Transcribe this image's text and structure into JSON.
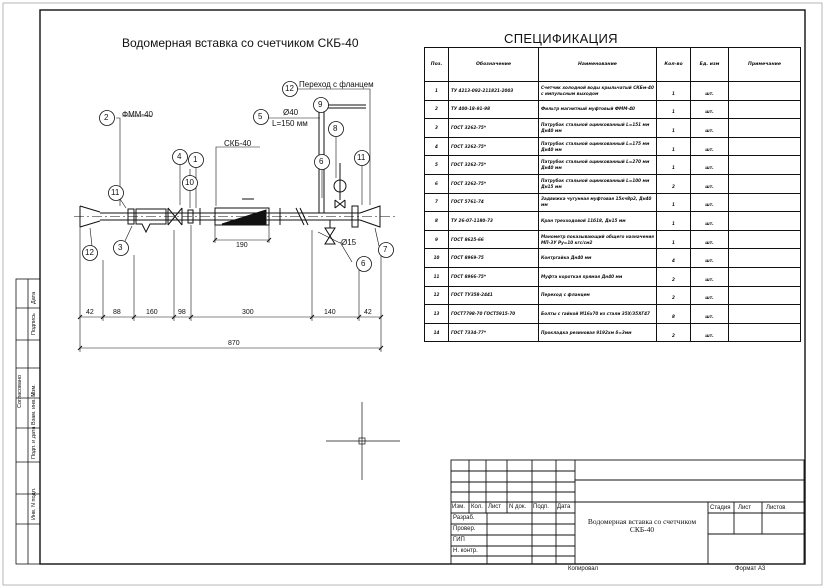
{
  "drawing": {
    "title": "Водомерная вставка со счетчиком СКБ-40",
    "labels": {
      "fmm": "ФММ-40",
      "skb": "СКБ-40",
      "perehod": "Переход с фланцем",
      "dia40": "Ø40",
      "len150": "L=150 мм",
      "dia15": "Ø15"
    },
    "callouts": [
      "2",
      "11",
      "3",
      "12",
      "4",
      "1",
      "10",
      "5",
      "12",
      "9",
      "8",
      "6",
      "11",
      "7",
      "6"
    ],
    "dimensions": {
      "segments": [
        "42",
        "88",
        "160",
        "98",
        "300",
        "140",
        "42"
      ],
      "meter_length": "190",
      "total": "870"
    }
  },
  "spec": {
    "title": "СПЕЦИФИКАЦИЯ",
    "headers": [
      "Поз.",
      "Обозначение",
      "Наименование",
      "Кол-во",
      "Ед. изм",
      "Примечание"
    ],
    "rows": [
      {
        "pos": "1",
        "des": "ТУ 4213-092-211821-2003",
        "name": "Счетчик холодной воды крыльчатый СКБм-40 с импульсным выходом",
        "qty": "1",
        "unit": "шт."
      },
      {
        "pos": "2",
        "des": "ТУ 400-18-91-98",
        "name": "Фильтр магнитный муфтовый ФММ-40",
        "qty": "1",
        "unit": "шт."
      },
      {
        "pos": "3",
        "des": "ГОСТ 3262-75*",
        "name": "Патрубок стальной оцинкованный L=151 мм Дн40 мм",
        "qty": "1",
        "unit": "шт."
      },
      {
        "pos": "4",
        "des": "ГОСТ 3262-75*",
        "name": "Патрубок стальной оцинкованный L=175 мм Дн40 мм",
        "qty": "1",
        "unit": "шт."
      },
      {
        "pos": "5",
        "des": "ГОСТ 3262-75*",
        "name": "Патрубок стальной оцинкованный L=270 мм Дн40 мм",
        "qty": "1",
        "unit": "шт."
      },
      {
        "pos": "6",
        "des": "ГОСТ 3262-75*",
        "name": "Патрубок стальной оцинкованный L=100 мм Дн15 мм",
        "qty": "2",
        "unit": "шт."
      },
      {
        "pos": "7",
        "des": "ГОСТ 5761-74",
        "name": "Задвижка чугунная муфтовая 15кч8р2, Дн40 мм",
        "qty": "1",
        "unit": "шт."
      },
      {
        "pos": "8",
        "des": "ТУ 26-07-1180-73",
        "name": "Кран трехходовой 11б18, Дн15 мм",
        "qty": "1",
        "unit": "шт."
      },
      {
        "pos": "9",
        "des": "ГОСТ 8625-66",
        "name": "Манометр показывающий общего назначения МП-3У Ру=10 кгс/см2",
        "qty": "1",
        "unit": "шт."
      },
      {
        "pos": "10",
        "des": "ГОСТ 8969-75",
        "name": "Контргайка Дн40 мм",
        "qty": "4",
        "unit": "шт."
      },
      {
        "pos": "11",
        "des": "ГОСТ 8966-75*",
        "name": "Муфта короткая прямая Дн40 мм",
        "qty": "2",
        "unit": "шт."
      },
      {
        "pos": "12",
        "des": "ГОСТ ТУ358-2441",
        "name": "Переход с фланцем",
        "qty": "2",
        "unit": "шт."
      },
      {
        "pos": "13",
        "des": "ГОСТ7798-70 ГОСТ5915-70",
        "name": "Болты с гайкой М16х70 из стали 35Х/35ХГ47",
        "qty": "8",
        "unit": "шт."
      },
      {
        "pos": "14",
        "des": "ГОСТ 7334-77*",
        "name": "Прокладка резиновая 9192хм δ=3мм",
        "qty": "2",
        "unit": "шт."
      }
    ]
  },
  "stamp": {
    "top_labels": [
      "Изм.",
      "Кол.",
      "Лист",
      "N док.",
      "Подп.",
      "Дата"
    ],
    "left_labels": [
      "Разраб.",
      "Провер.",
      "ГИП",
      "",
      "Н. контр."
    ],
    "title": "Водомерная вставка со счетчиком СКБ-40",
    "stage_headers": [
      "Стадия",
      "Лист",
      "Листов"
    ],
    "copied": "Копировал",
    "format": "Формат А3"
  },
  "side_margin": [
    "Согласовано",
    "Взам. инв. N",
    "Подп. и дата",
    "Инв. N подл.",
    "Изм.",
    "Подпись",
    "Дата"
  ]
}
